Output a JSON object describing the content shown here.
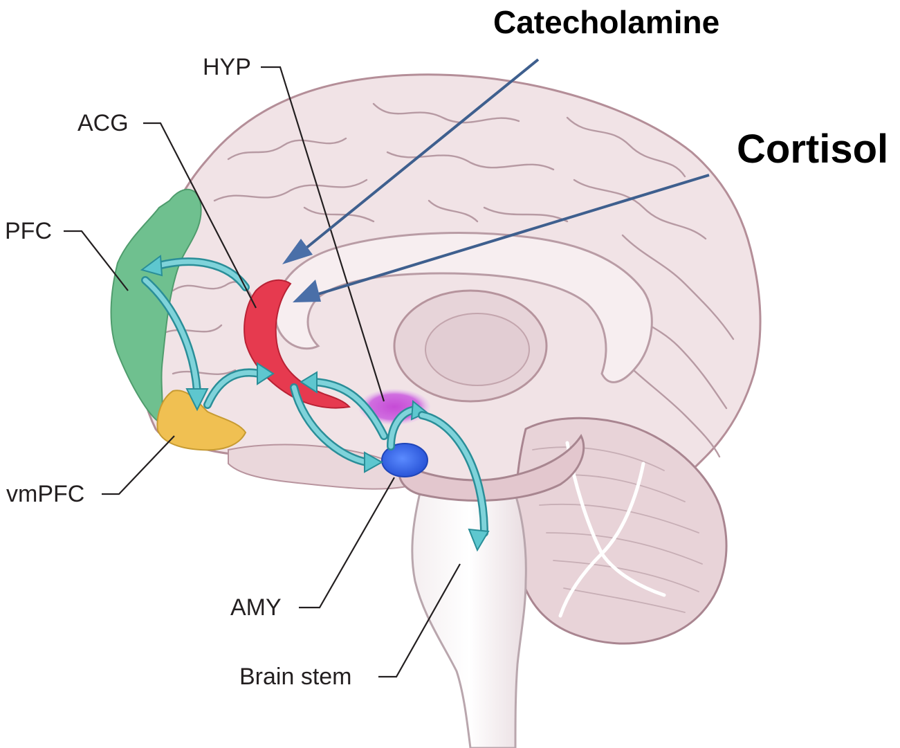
{
  "labels": {
    "hyp": "HYP",
    "acg": "ACG",
    "pfc": "PFC",
    "vmpfc": "vmPFC",
    "amy": "AMY",
    "brain_stem": "Brain stem"
  },
  "hormones": {
    "catecholamine": "Catecholamine",
    "cortisol": "Cortisol"
  },
  "colors": {
    "pfc": "#6fc08f",
    "vmpfc": "#f0c052",
    "acg": "#e63a4f",
    "hyp": "#c64bd6",
    "amy": "#3b6ff0",
    "pathway_arrows": "#5ec7cf",
    "hormone_arrows": "#3e5f8e",
    "brain_tissue": "#f1e3e6"
  }
}
